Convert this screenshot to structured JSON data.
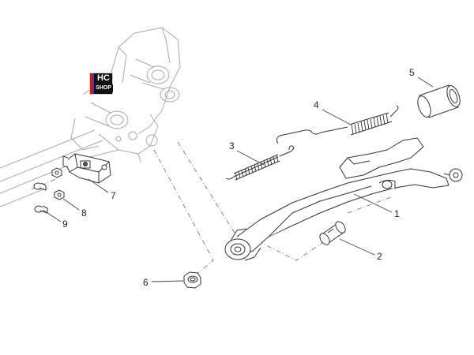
{
  "logo": {
    "line1": "HC",
    "line2": "SHOP"
  },
  "callouts": [
    {
      "id": "1",
      "label": "1"
    },
    {
      "id": "2",
      "label": "2"
    },
    {
      "id": "3",
      "label": "3"
    },
    {
      "id": "4",
      "label": "4"
    },
    {
      "id": "5",
      "label": "5"
    },
    {
      "id": "6",
      "label": "6"
    },
    {
      "id": "7",
      "label": "7"
    },
    {
      "id": "8",
      "label": "8"
    },
    {
      "id": "9",
      "label": "9"
    }
  ],
  "colors": {
    "line": "#444444",
    "light_line": "#9a9a9a",
    "logo_bg": "#111111",
    "logo_red": "#d4161c",
    "logo_blue": "#1f49b6"
  }
}
